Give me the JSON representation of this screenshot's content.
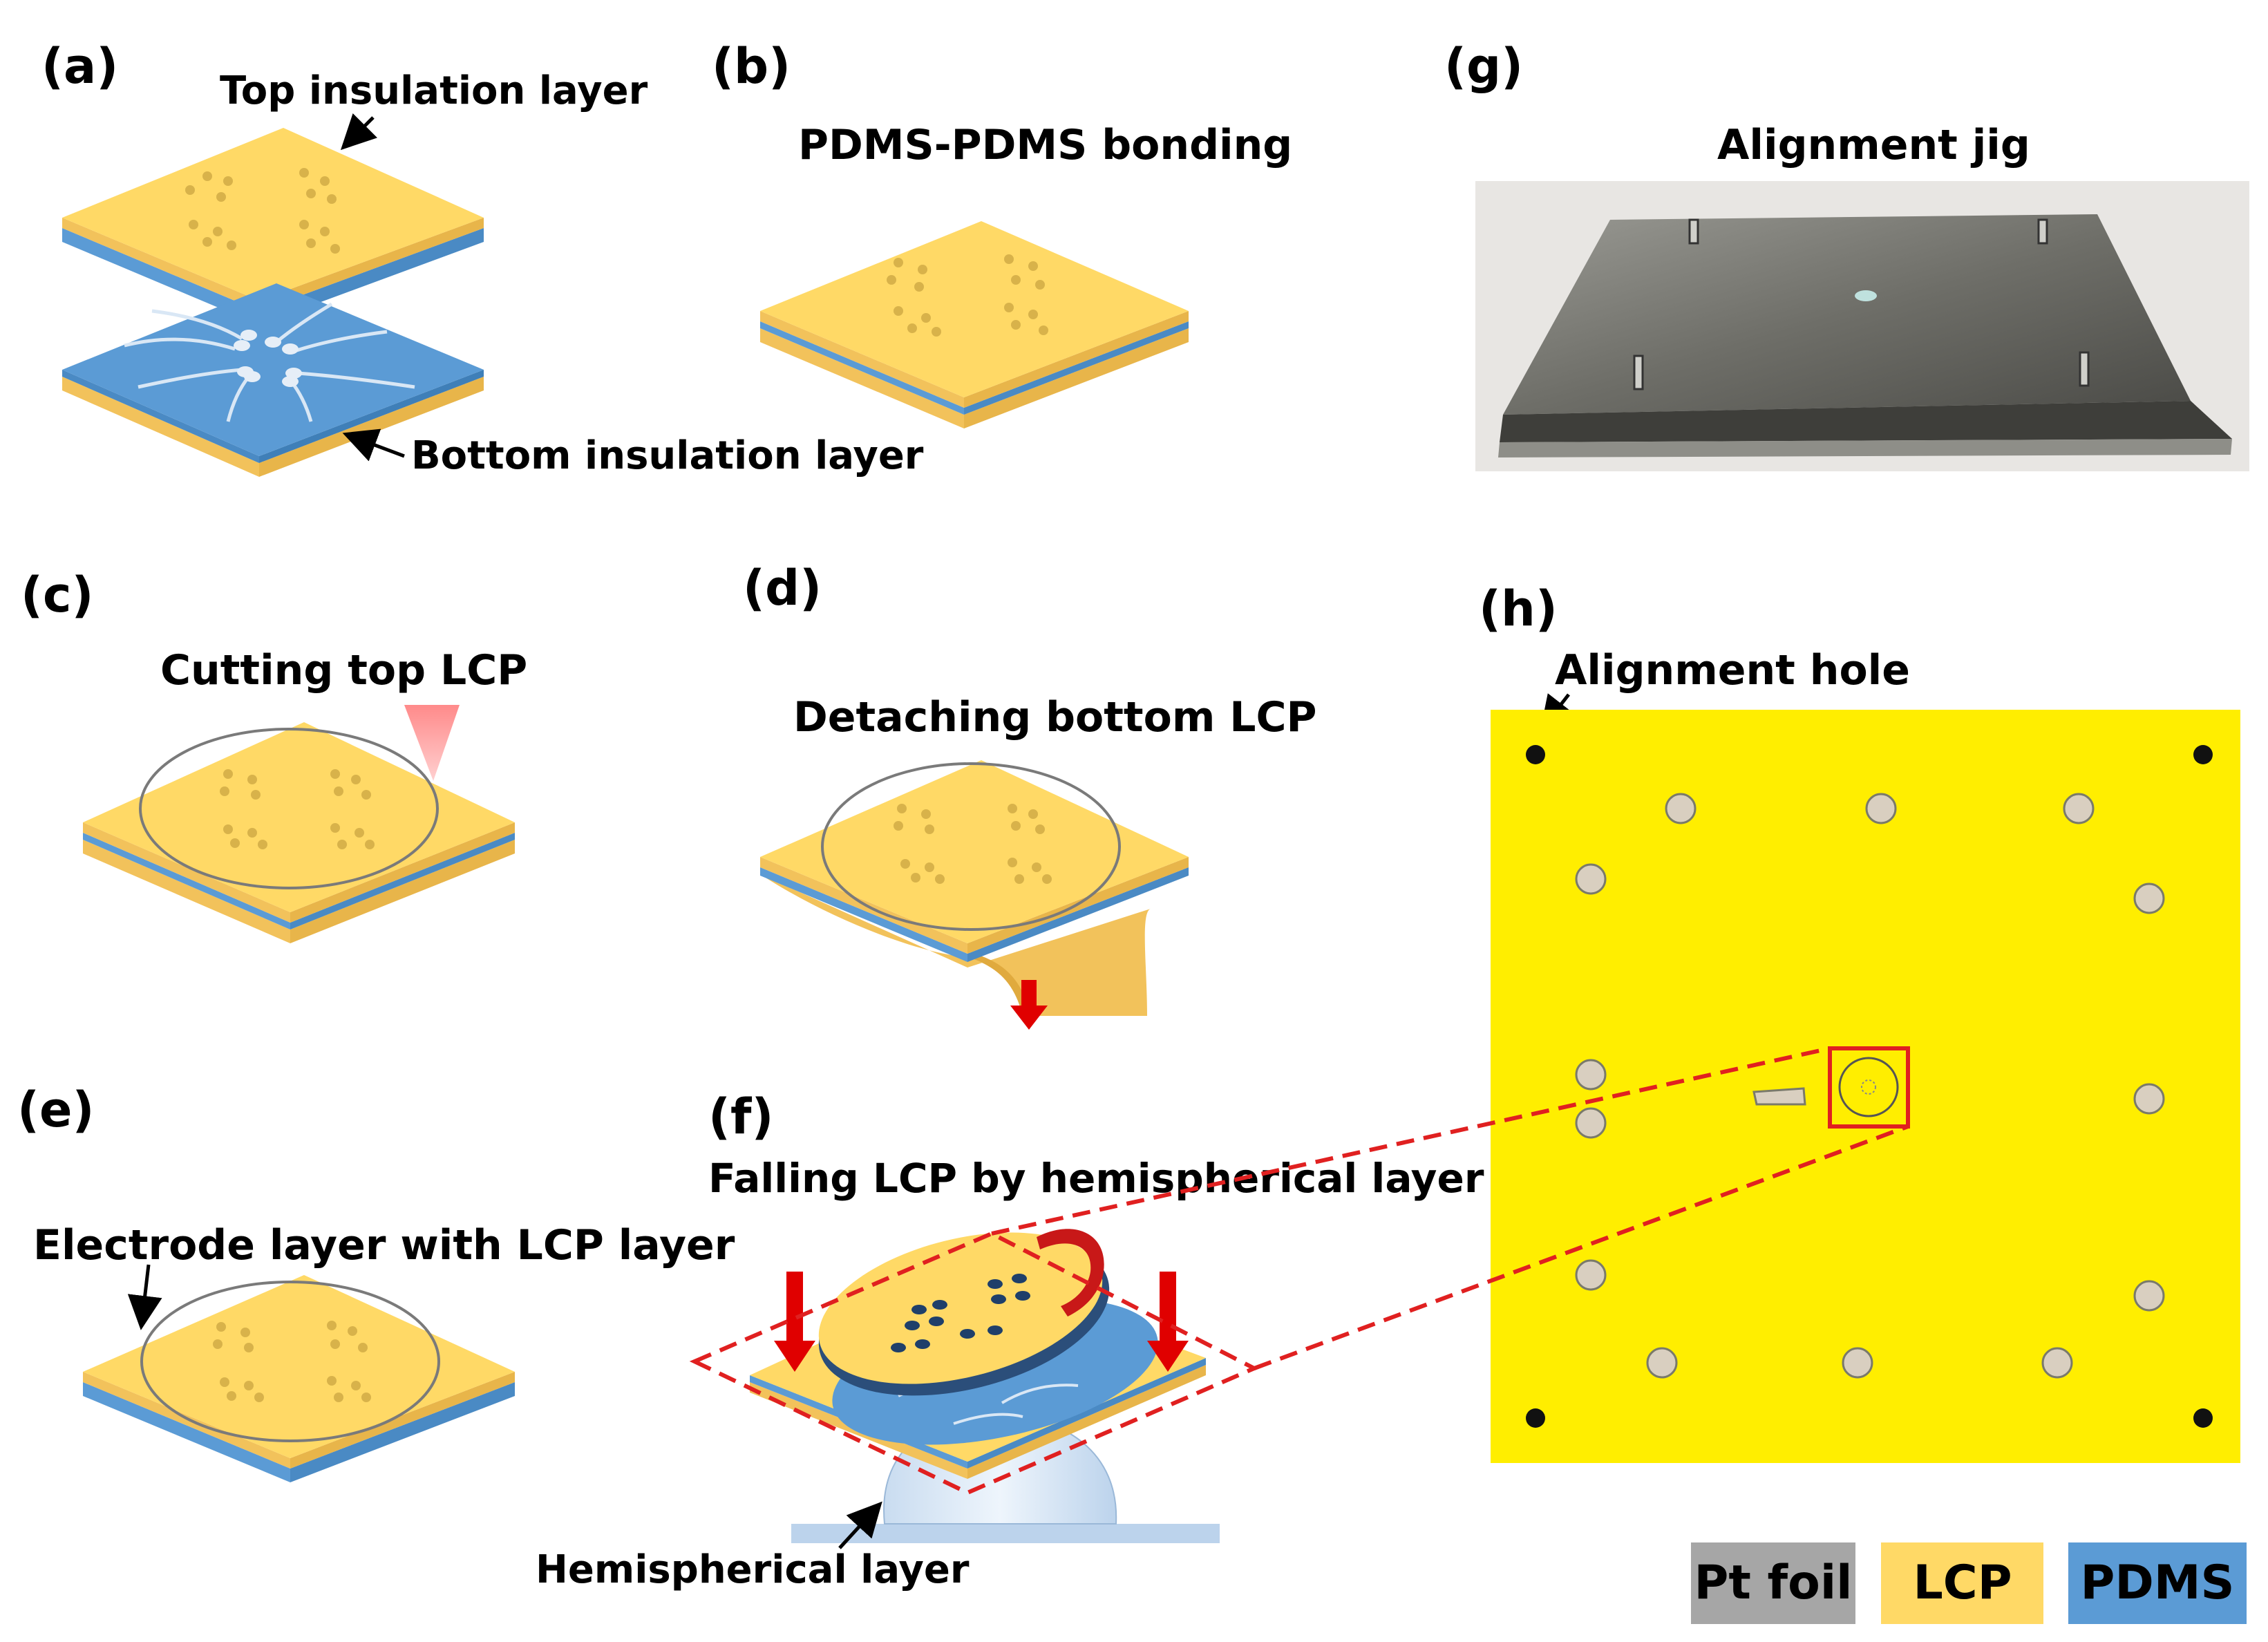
{
  "panels": {
    "a": {
      "letter": "(a)",
      "top_label": "Top insulation layer",
      "bottom_label": "Bottom insulation layer"
    },
    "b": {
      "letter": "(b)",
      "caption": "PDMS-PDMS bonding"
    },
    "c": {
      "letter": "(c)",
      "caption": "Cutting top LCP"
    },
    "d": {
      "letter": "(d)",
      "caption": "Detaching bottom LCP"
    },
    "e": {
      "letter": "(e)",
      "caption": "Electrode layer with LCP layer"
    },
    "f": {
      "letter": "(f)",
      "caption": "Falling LCP  by hemispherical layer",
      "bottom_label": "Hemispherical layer"
    },
    "g": {
      "letter": "(g)",
      "caption": "Alignment jig"
    },
    "h": {
      "letter": "(h)",
      "caption": "Alignment hole"
    }
  },
  "legend": [
    {
      "label": "Pt foil",
      "color": "#a6a6a6"
    },
    {
      "label": "LCP",
      "color": "#ffd966"
    },
    {
      "label": "PDMS",
      "color": "#5b9bd5"
    }
  ],
  "colors": {
    "lcp_top": "#ffd966",
    "lcp_side": "#f2c25b",
    "pdms": "#5b9bd5",
    "plan_yellow": "#ffee00",
    "pad": "#d9cfc0",
    "arrow_red": "#e00000",
    "dash_red": "#e02020"
  }
}
